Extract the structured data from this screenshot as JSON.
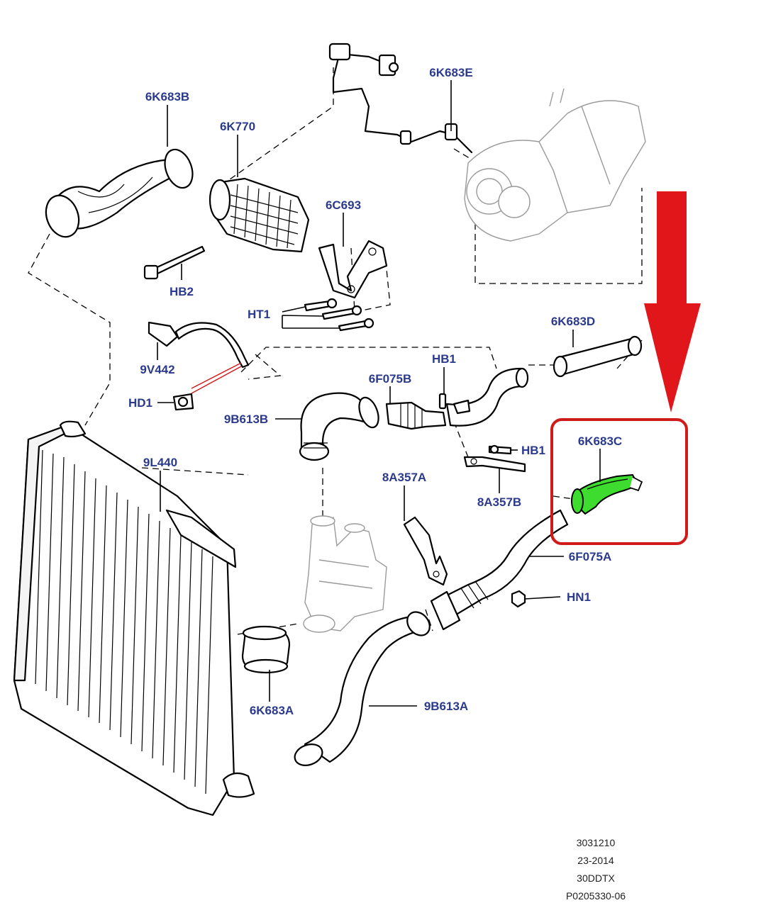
{
  "labels": {
    "l_6K683B": "6K683B",
    "l_6K683E": "6K683E",
    "l_6K770": "6K770",
    "l_6C693": "6C693",
    "l_HB2": "HB2",
    "l_HT1": "HT1",
    "l_6K683D": "6K683D",
    "l_9V442": "9V442",
    "l_HB1a": "HB1",
    "l_6F075B": "6F075B",
    "l_HD1": "HD1",
    "l_9B613B": "9B613B",
    "l_6K683C": "6K683C",
    "l_HB1b": "HB1",
    "l_9L440": "9L440",
    "l_8A357A": "8A357A",
    "l_8A357B": "8A357B",
    "l_6F075A": "6F075A",
    "l_HN1": "HN1",
    "l_6K683A": "6K683A",
    "l_9B613A": "9B613A"
  },
  "reference": {
    "line1": "3031210",
    "line2": "23-2014",
    "line3": "30DDTX",
    "line4": "P0205330-06"
  },
  "colors": {
    "label": "#2b3a8c",
    "highlight_part": "#3ddc2e",
    "highlight_box": "#d11a1a",
    "arrow": "#e0161b"
  }
}
